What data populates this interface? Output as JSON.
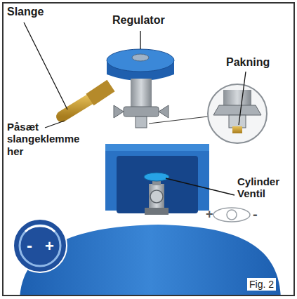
{
  "diagram": {
    "labels": [
      "Slange",
      "Regulator",
      "Pakning",
      "Påsæt slangeklemme her",
      "Cylinder Ventil",
      "-",
      "+",
      "+",
      "-",
      "Fig. 2"
    ]
  }
}
